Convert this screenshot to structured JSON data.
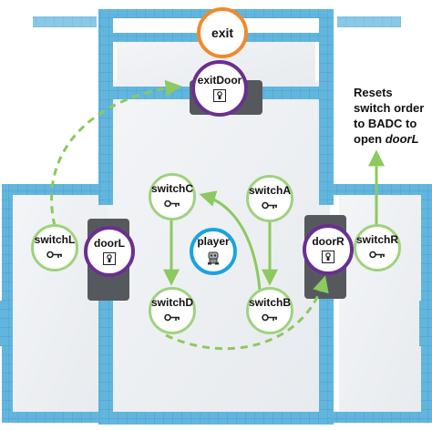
{
  "nodes": {
    "exit": {
      "label": "exit"
    },
    "exitDoor": {
      "label": "exitDoor",
      "icon": "lock-icon"
    },
    "switchC": {
      "label": "switchC",
      "icon": "key-icon"
    },
    "switchA": {
      "label": "switchA",
      "icon": "key-icon"
    },
    "player": {
      "label": "player",
      "icon": "robot-icon"
    },
    "switchD": {
      "label": "switchD",
      "icon": "key-icon"
    },
    "switchB": {
      "label": "switchB",
      "icon": "key-icon"
    },
    "switchL": {
      "label": "switchL",
      "icon": "key-icon"
    },
    "doorL": {
      "label": "doorL",
      "icon": "lock-icon"
    },
    "doorR": {
      "label": "doorR",
      "icon": "lock-icon"
    },
    "switchR": {
      "label": "switchR",
      "icon": "key-icon"
    }
  },
  "annotation": {
    "text": "Resets switch order to BADC to open",
    "target": "doorL"
  },
  "colors": {
    "wall": "#5ab2dc",
    "wall_dark": "#3c8fc0",
    "switch_border": "#9fd27f",
    "door_border": "#6a2f8f",
    "exit_border": "#f08a2c",
    "player_border": "#1aa3e0",
    "arrow": "#8cc95e"
  }
}
